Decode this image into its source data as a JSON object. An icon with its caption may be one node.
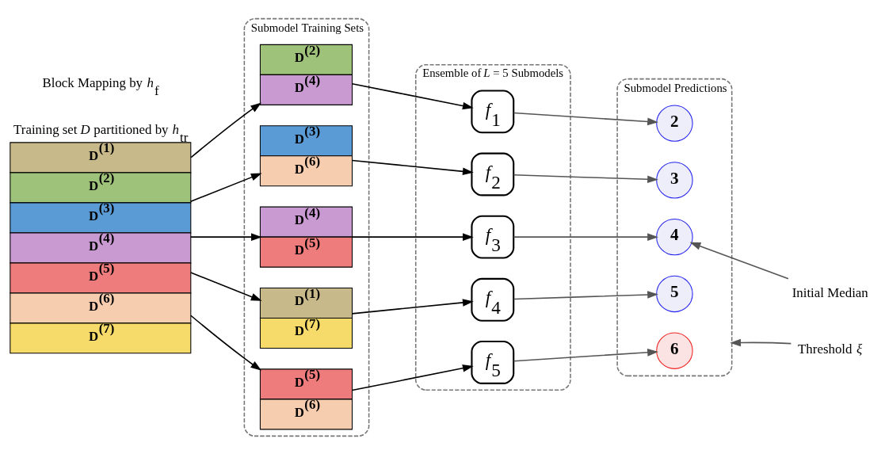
{
  "diagram": {
    "nodes": [
      {
        "text": [
          "Training set *D* partitioned by *h*$_{tr}$",
          "D$^{(1)}$",
          "D$^{(2)}$",
          "D$^{(3)}$",
          "D$^{(4)}$",
          "D$^{(5)}$",
          "D$^{(6)}$",
          "D$^{(7)}$"
        ]
      },
      {
        "text": [
          "Submodel Training Sets"
        ]
      },
      {
        "text": [
          "D$^{(2)}$",
          "D$^{(4)}$"
        ],
        "in": 1
      },
      {
        "text": [
          "D$^{(3)}$",
          "D$^{(6)}$"
        ],
        "in": 1
      },
      {
        "text": [
          "D$^{(4)}$",
          "D$^{(5)}$"
        ],
        "in": 1
      },
      {
        "text": [
          "D$^{(1)}$",
          "D$^{(7)}$"
        ],
        "in": 1
      },
      {
        "text": [
          "D$^{(5)}$",
          "D$^{(6)}$"
        ],
        "in": 1
      },
      {
        "text": [
          "Ensemble of *L* = 5 Submodels"
        ]
      },
      {
        "text": [
          "*f*$_{1}$"
        ],
        "in": 7
      },
      {
        "text": [
          "*f*$_{2}$"
        ],
        "in": 7
      },
      {
        "text": [
          "*f*$_{3}$"
        ],
        "in": 7
      },
      {
        "text": [
          "*f*$_{4}$"
        ],
        "in": 7
      },
      {
        "text": [
          "*f*$_{5}$"
        ],
        "in": 7
      },
      {
        "text": [
          "Submodel Predictions"
        ]
      },
      {
        "text": [
          "2"
        ],
        "in": 13
      },
      {
        "text": [
          "3"
        ],
        "in": 13
      },
      {
        "text": [
          "4"
        ],
        "in": 13
      },
      {
        "text": [
          "5"
        ],
        "in": 13
      },
      {
        "text": [
          "6"
        ],
        "in": 13
      },
      {
        "text": [
          "Initial Median"
        ]
      },
      {
        "text": [
          "Threshold *ξ*"
        ]
      }
    ],
    "edges": [
      {
        "from": 0,
        "to": 2,
        "arrow": "to"
      },
      {
        "from": 0,
        "to": 3,
        "arrow": "to"
      },
      {
        "from": 0,
        "to": 4,
        "arrow": "to"
      },
      {
        "from": 0,
        "to": 5,
        "arrow": "to"
      },
      {
        "from": 0,
        "to": 6,
        "arrow": "to"
      },
      {
        "from": 2,
        "to": 8,
        "arrow": "to"
      },
      {
        "from": 3,
        "to": 9,
        "arrow": "to"
      },
      {
        "from": 4,
        "to": 10,
        "arrow": "to"
      },
      {
        "from": 5,
        "to": 11,
        "arrow": "to"
      },
      {
        "from": 6,
        "to": 12,
        "arrow": "to"
      },
      {
        "from": 8,
        "to": 14,
        "arrow": "to",
        "color": "#555555"
      },
      {
        "from": 9,
        "to": 15,
        "arrow": "to",
        "color": "#555555"
      },
      {
        "from": 10,
        "to": 16,
        "arrow": "to",
        "color": "#555555"
      },
      {
        "from": 11,
        "to": 17,
        "arrow": "to",
        "color": "#555555"
      },
      {
        "from": 12,
        "to": 18,
        "arrow": "to",
        "color": "#555555"
      },
      {
        "from": 19,
        "to": 16,
        "arrow": "to",
        "color": "#555555"
      },
      {
        "from": 20,
        "to": 13,
        "arrow": "to",
        "color": "#555555"
      }
    ],
    "labels": [
      "Block Mapping by *h*$_{f}$"
    ]
  }
}
